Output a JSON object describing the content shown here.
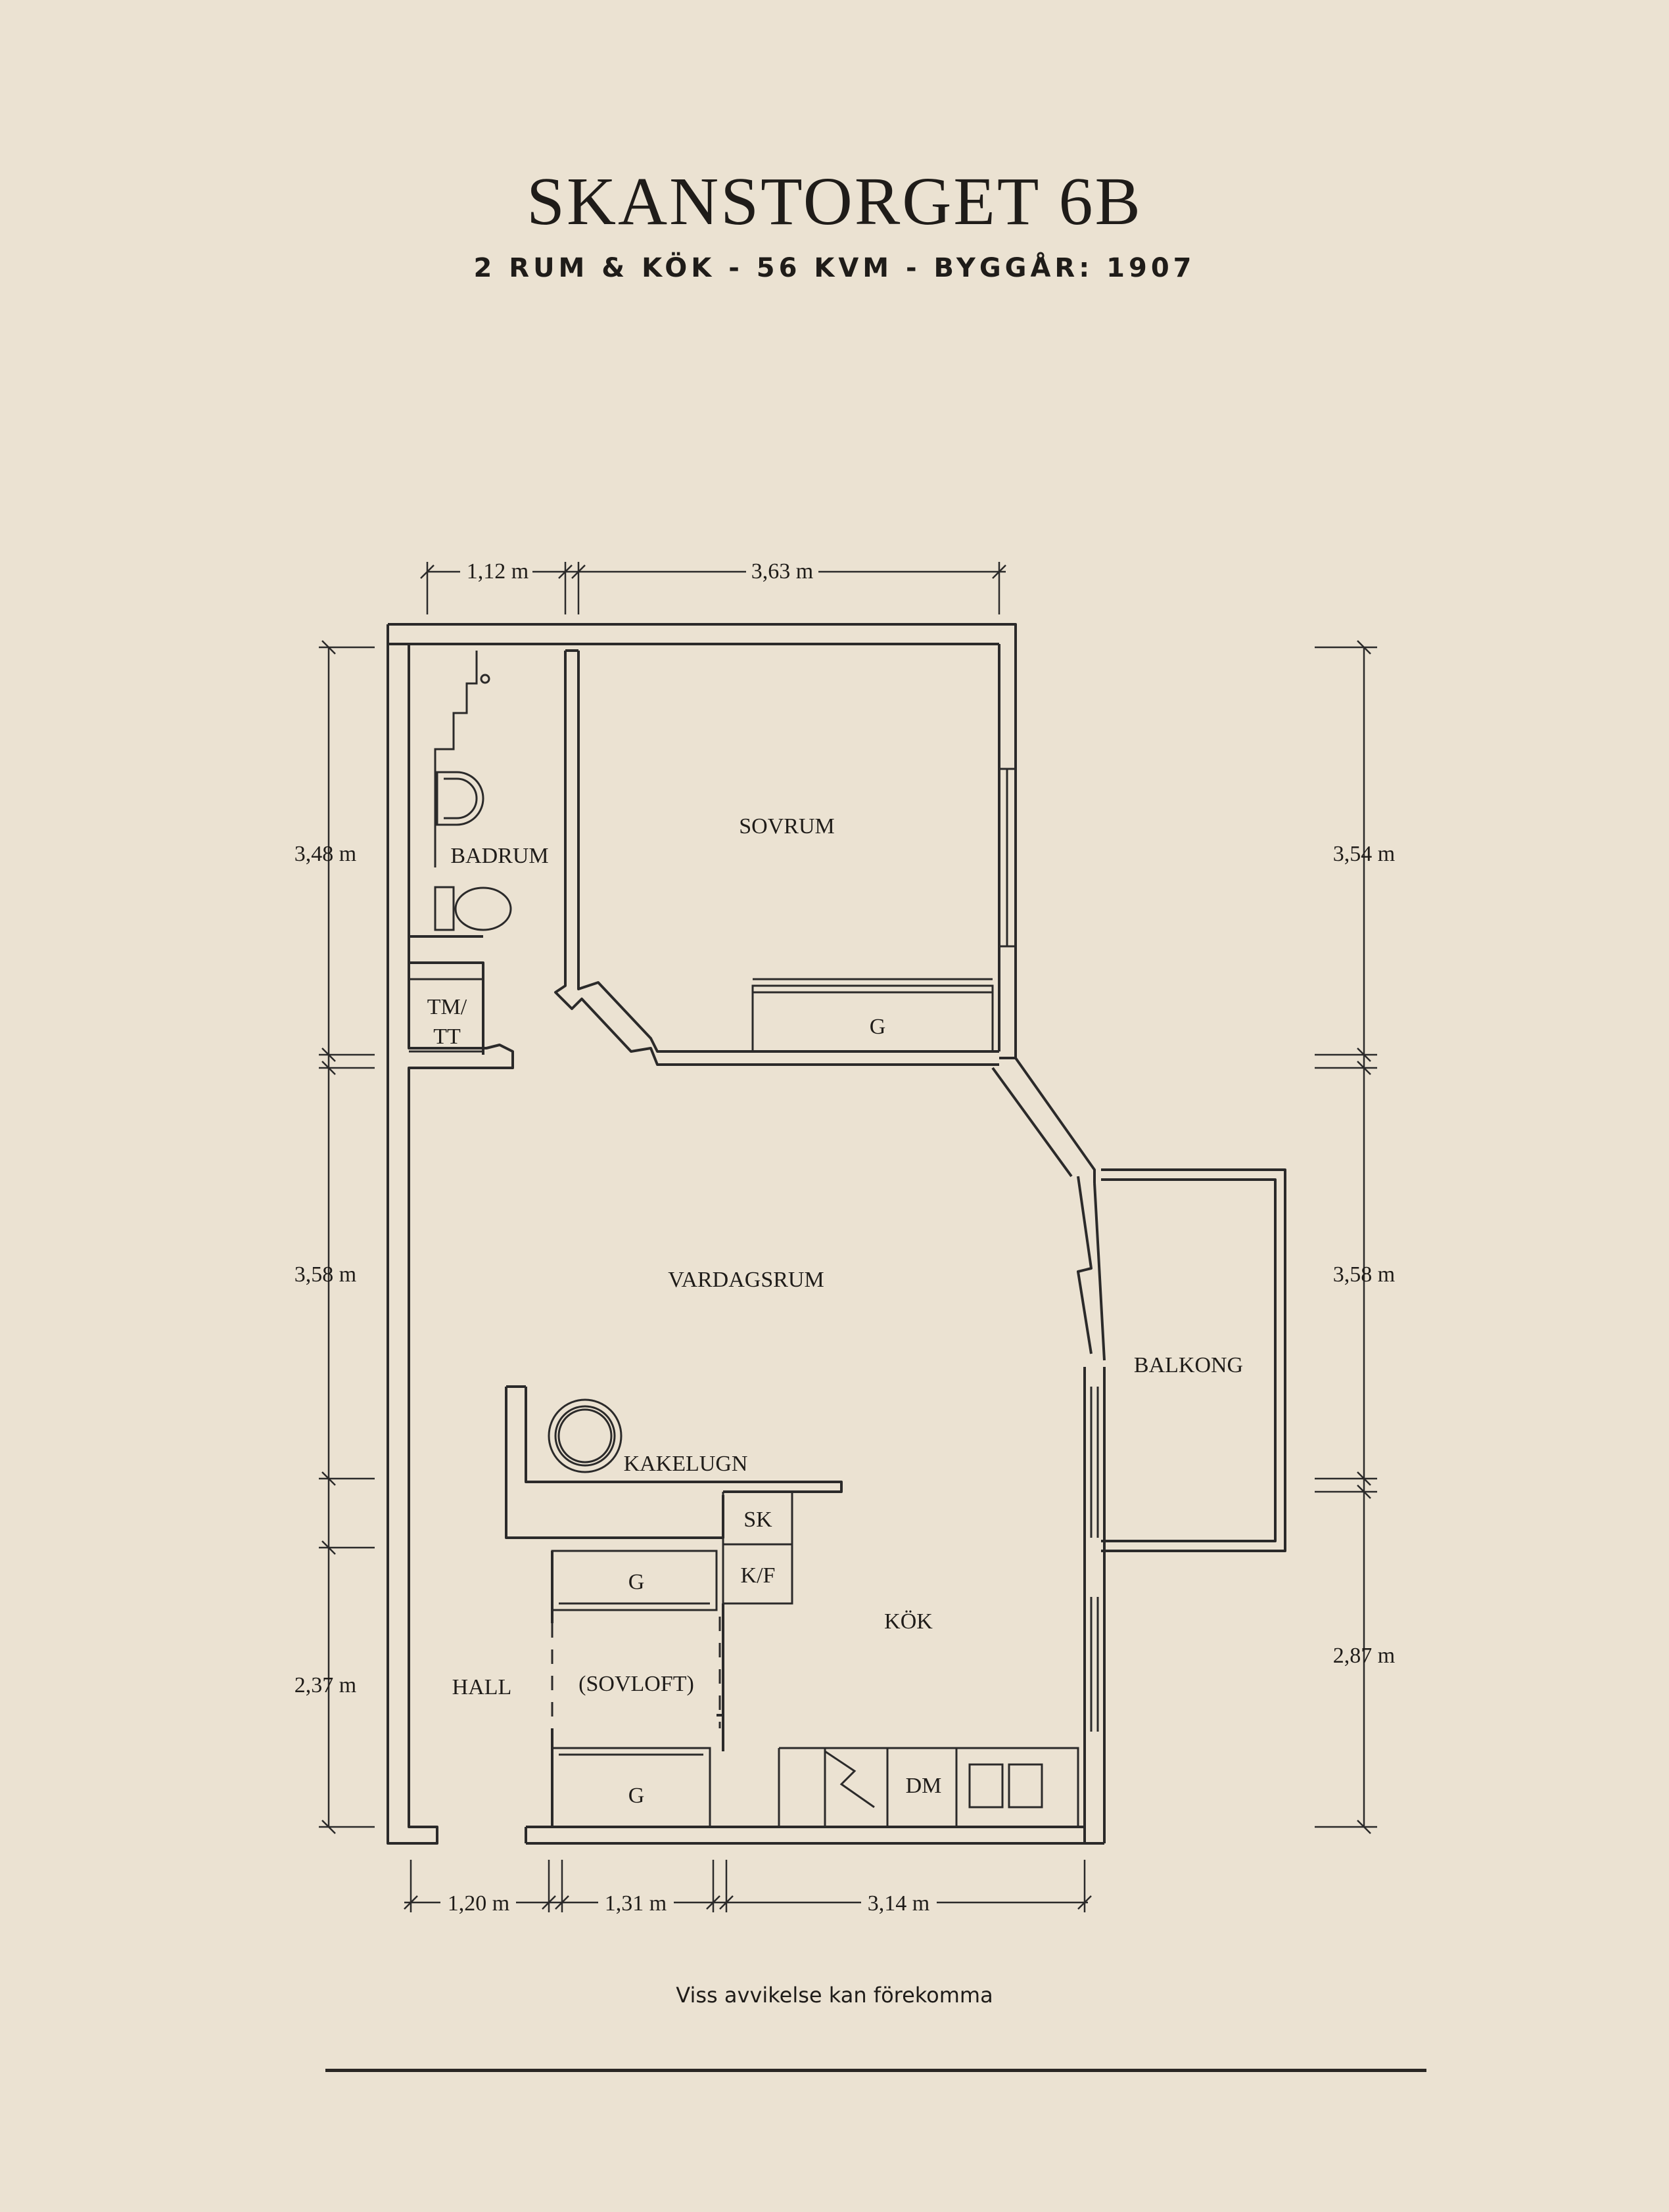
{
  "header": {
    "title": "SKANSTORGET 6B",
    "subtitle": "2 RUM & KÖK  -  56 KVM  -  BYGGÅR: 1907"
  },
  "rooms": {
    "badrum": "BADRUM",
    "sovrum": "SOVRUM",
    "tm_tt_line1": "TM/",
    "tm_tt_line2": "TT",
    "g_bedroom": "G",
    "vardagsrum": "VARDAGSRUM",
    "balkong": "BALKONG",
    "kakelugn": "KAKELUGN",
    "sk": "SK",
    "kf": "K/F",
    "g_hall_upper": "G",
    "kok": "KÖK",
    "hall": "HALL",
    "sovloft": "(SOVLOFT)",
    "g_hall_lower": "G",
    "dm": "DM"
  },
  "dimensions": {
    "top_left": "1,12 m",
    "top_right": "3,63 m",
    "left_upper": "3,48 m",
    "left_middle": "3,58 m",
    "left_lower": "2,37 m",
    "right_upper": "3,54 m",
    "right_middle": "3,58 m",
    "right_lower": "2,87 m",
    "bottom_left": "1,20 m",
    "bottom_middle": "1,31 m",
    "bottom_right": "3,14 m"
  },
  "footer": {
    "disclaimer": "Viss avvikelse kan förekomma"
  },
  "colors": {
    "background": "#ebe2d2",
    "ink": "#1f1c19"
  }
}
